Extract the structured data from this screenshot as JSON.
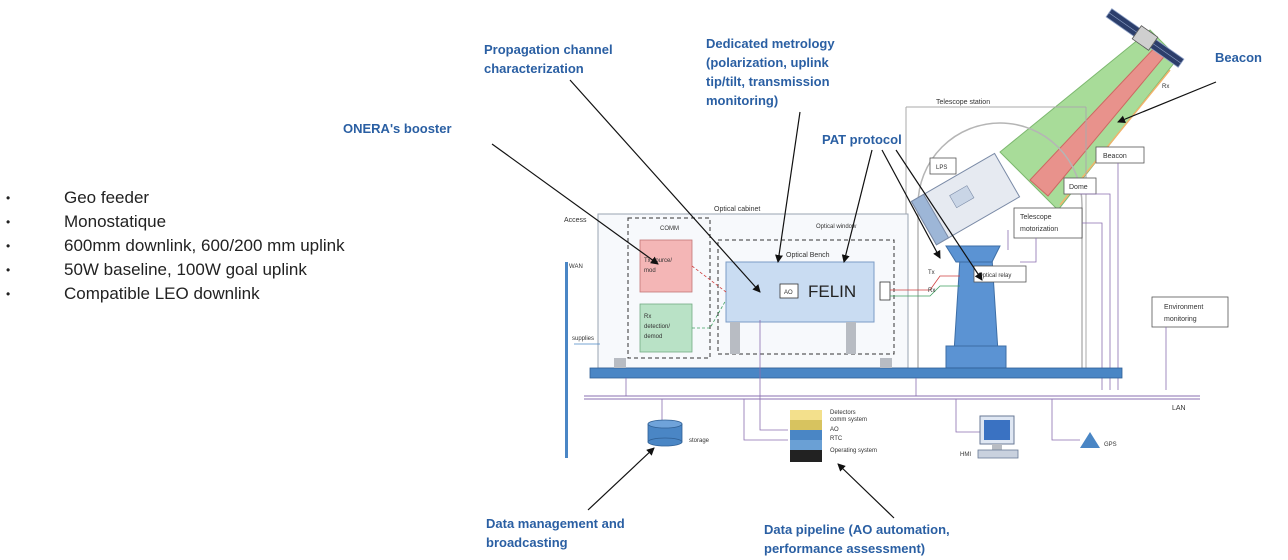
{
  "bullets": [
    "Geo feeder",
    "Monostatique",
    "600mm downlink, 600/200 mm uplink",
    "50W baseline, 100W goal uplink",
    "Compatible LEO downlink"
  ],
  "callouts": {
    "propagation_line1": "Propagation channel",
    "propagation_line2": "characterization",
    "metrology_line1": "Dedicated metrology",
    "metrology_line2": "(polarization, uplink",
    "metrology_line3": "tip/tilt, transmission",
    "metrology_line4": "monitoring)",
    "beacon": "Beacon",
    "booster": "ONERA's booster",
    "pat": "PAT protocol",
    "data_mgmt_line1": "Data management and",
    "data_mgmt_line2": "broadcasting",
    "pipeline_line1": "Data pipeline (AO automation,",
    "pipeline_line2": "performance assessment)"
  },
  "labels": {
    "telescope_station": "Telescope station",
    "optical_cabinet": "Optical cabinet",
    "optical_window": "Optical window",
    "optical_bench": "Optical Bench",
    "access": "Access",
    "comm": "COMM",
    "wan": "WAN",
    "supplies": "supplies",
    "tx_line1": "Tx source/",
    "tx_line2": "mod",
    "rx_line1": "Rx",
    "rx_line2": "detection/",
    "rx_line3": "demod",
    "ao": "AO",
    "felin": "FELIN",
    "lps": "LPS",
    "beacon_box": "Beacon",
    "dome": "Dome",
    "telescope_motor_line1": "Telescope",
    "telescope_motor_line2": "motorization",
    "optical_relay": "Optical relay",
    "environment_line1": "Environment",
    "environment_line2": "monitoring",
    "lan": "LAN",
    "storage": "storage",
    "hmi": "HMI",
    "gps": "GPS",
    "tx_arrow": "Tx",
    "rx_arrow": "Rx",
    "rx_beam": "Rx",
    "stack_detectors": "Detectors",
    "stack_comm": "comm system",
    "stack_ao": "AO",
    "stack_rtc": "RTC",
    "stack_os": "Operating system"
  },
  "colors": {
    "callout": "#2a5fa3",
    "tx_fill": "#f4b6b6",
    "rx_fill": "#b9e2c6",
    "bench_fill": "#c9dcf2",
    "platform": "#4a86c5",
    "uplink_beam": "#f08b8b",
    "downlink_beam": "#9fd98f"
  }
}
